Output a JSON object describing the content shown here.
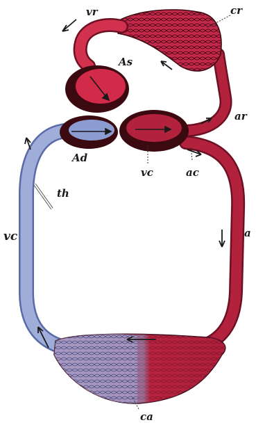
{
  "labels": {
    "vr": "vr",
    "cr": "cr",
    "as": "As",
    "ar": "ar",
    "ad": "Ad",
    "vc_center": "vc",
    "ac": "ac",
    "th": "th",
    "vc_left": "vc",
    "a": "a",
    "ca": "ca"
  },
  "colors": {
    "arterial": "#b0203a",
    "arterial_dark": "#7a1426",
    "venous": "#8d9cd0",
    "venous_dark": "#5a6aa8",
    "chamber_outline": "#3a0a10",
    "ink": "#1a1a1a"
  }
}
